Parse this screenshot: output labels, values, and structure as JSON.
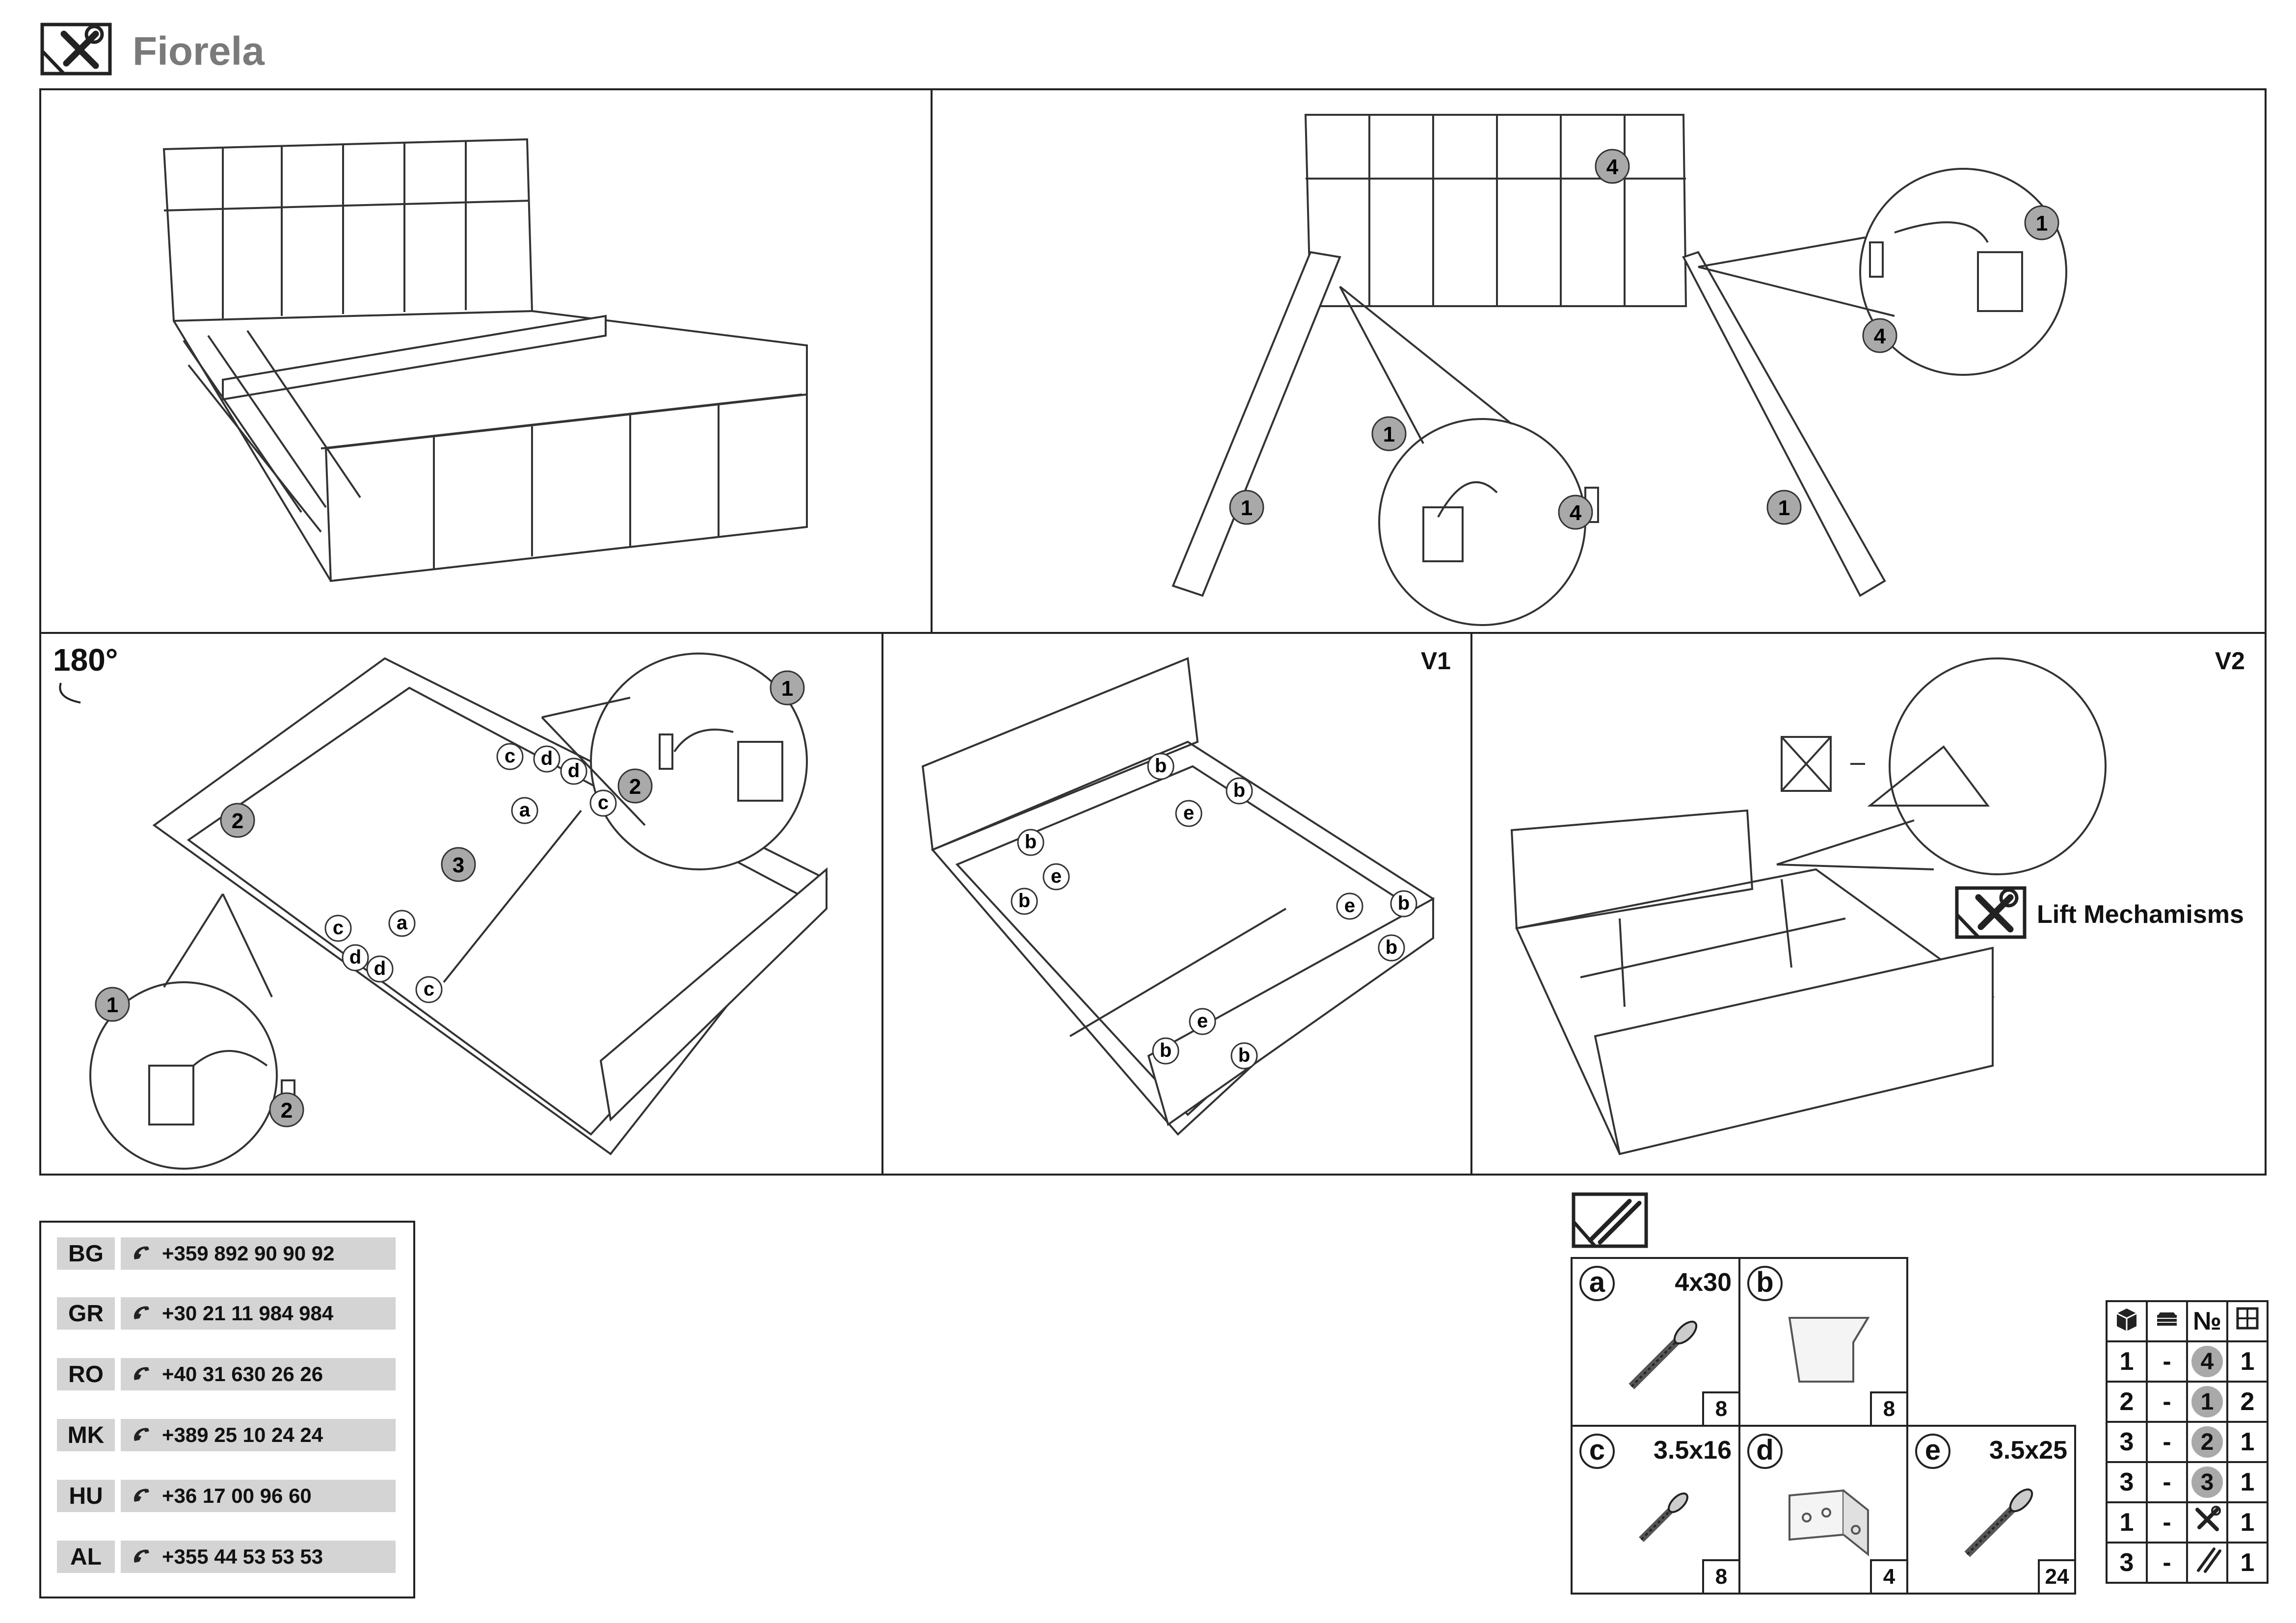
{
  "header": {
    "title": "Fiorela"
  },
  "panels": {
    "rotate_label": "180°",
    "v1_label": "V1",
    "v2_label": "V2",
    "lift_label": "Lift Mechamisms"
  },
  "callouts": {
    "n1": "1",
    "n2": "2",
    "n3": "3",
    "n4": "4",
    "a": "a",
    "b": "b",
    "c": "c",
    "d": "d",
    "e": "e"
  },
  "contacts": [
    {
      "code": "BG",
      "phone": "+359 892 90 90 92"
    },
    {
      "code": "GR",
      "phone": "+30 21 11 984 984"
    },
    {
      "code": "RO",
      "phone": "+40 31 630 26 26"
    },
    {
      "code": "MK",
      "phone": "+389 25 10 24 24"
    },
    {
      "code": "HU",
      "phone": "+36 17 00 96 60"
    },
    {
      "code": "AL",
      "phone": "+355 44 53 53 53"
    }
  ],
  "hardware": [
    {
      "letter": "a",
      "size": "4x30",
      "qty": "8"
    },
    {
      "letter": "b",
      "size": "",
      "qty": "8"
    },
    {
      "letter": "c",
      "size": "3.5x16",
      "qty": "8"
    },
    {
      "letter": "d",
      "size": "",
      "qty": "4"
    },
    {
      "letter": "e",
      "size": "3.5x25",
      "qty": "24"
    }
  ],
  "packing_list": {
    "header_number": "№",
    "rows": [
      {
        "boxes": "1",
        "sep": "-",
        "part": "4",
        "qty": "1"
      },
      {
        "boxes": "2",
        "sep": "-",
        "part": "1",
        "qty": "2"
      },
      {
        "boxes": "3",
        "sep": "-",
        "part": "2",
        "qty": "1"
      },
      {
        "boxes": "3",
        "sep": "-",
        "part": "3",
        "qty": "1"
      },
      {
        "boxes": "1",
        "sep": "-",
        "part": "tools-icon",
        "qty": "1"
      },
      {
        "boxes": "3",
        "sep": "-",
        "part": "fittings-icon",
        "qty": "1"
      }
    ]
  }
}
